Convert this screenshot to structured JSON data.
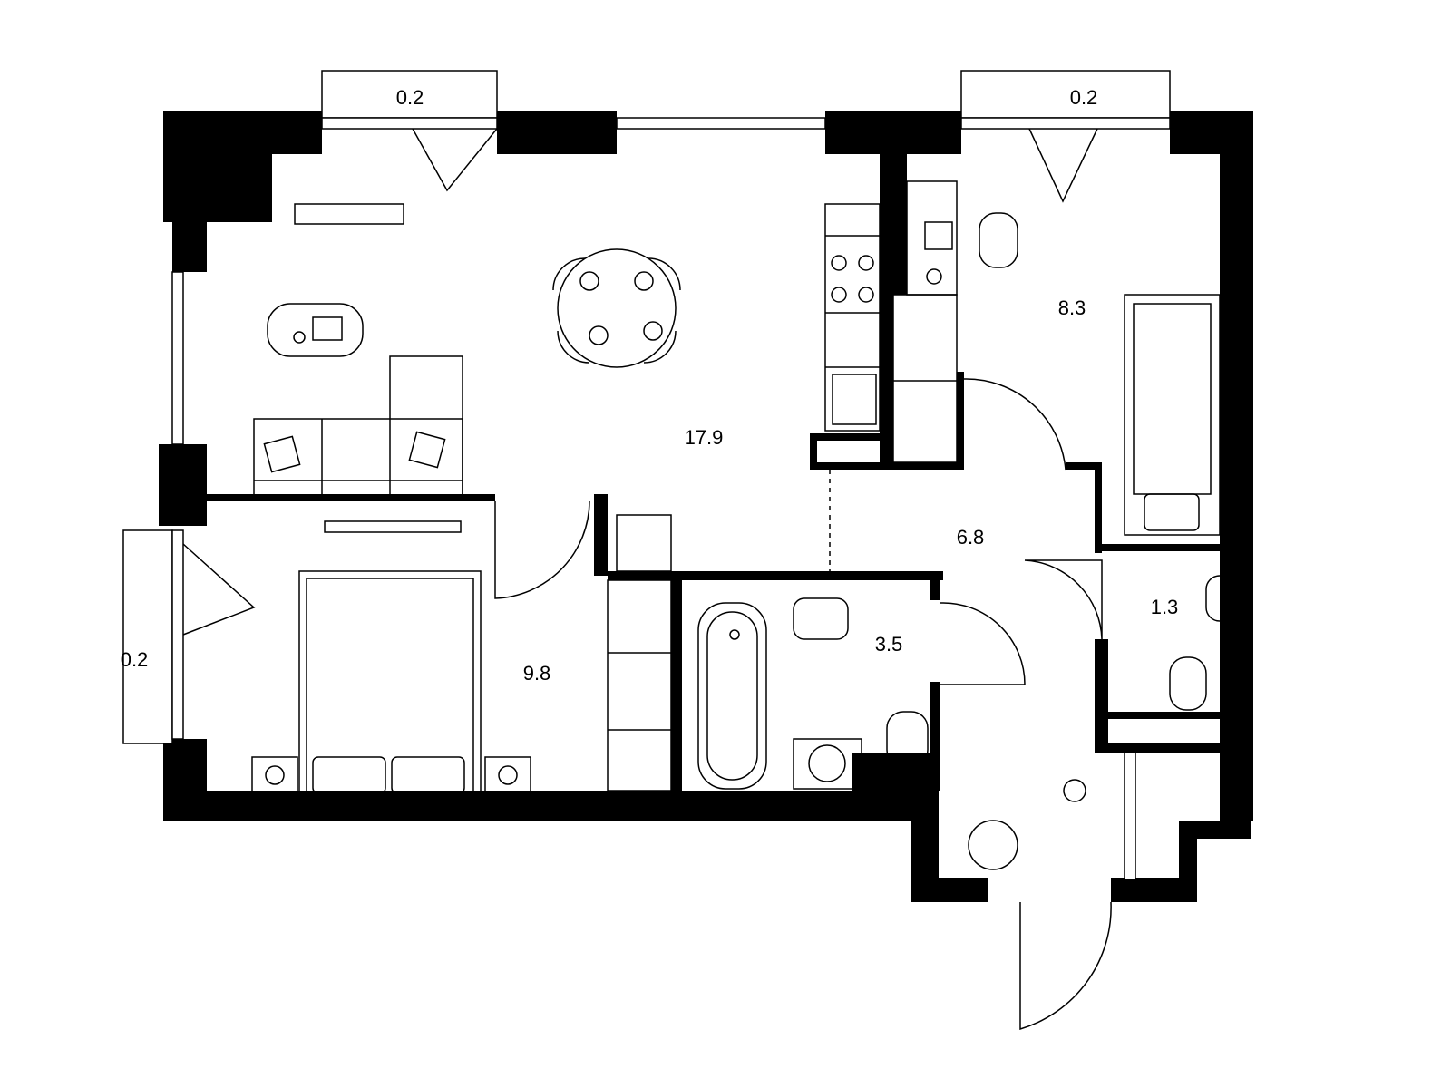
{
  "plan": {
    "wall_color": "#000000",
    "background": "#ffffff",
    "rooms": [
      {
        "id": "kitchen-living",
        "area": "17.9"
      },
      {
        "id": "bedroom-small",
        "area": "8.3"
      },
      {
        "id": "hallway",
        "area": "6.8"
      },
      {
        "id": "toilet",
        "area": "1.3"
      },
      {
        "id": "bedroom",
        "area": "9.8"
      },
      {
        "id": "bathroom",
        "area": "3.5"
      }
    ],
    "balconies": [
      {
        "id": "balcony-top-left",
        "area": "0.2"
      },
      {
        "id": "balcony-top-right",
        "area": "0.2"
      },
      {
        "id": "balcony-left",
        "area": "0.2"
      }
    ]
  }
}
